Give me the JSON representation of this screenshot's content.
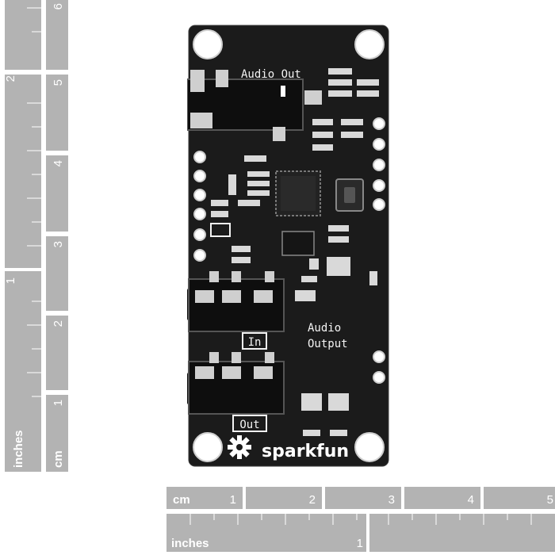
{
  "vertical_ruler": {
    "inches_label": "inches",
    "cm_label": "cm",
    "inch_numbers": [
      "1",
      "2"
    ],
    "cm_numbers": [
      "1",
      "2",
      "3",
      "4",
      "5",
      "6"
    ]
  },
  "horizontal_ruler": {
    "cm_label": "cm",
    "inches_label": "inches",
    "cm_numbers": [
      "1",
      "2",
      "3",
      "4",
      "5"
    ],
    "inch_numbers": [
      "1"
    ]
  },
  "board": {
    "label_audio_out": "Audio Out",
    "label_audio_output_line1": "Audio",
    "label_audio_output_line2": "Output",
    "label_in": "In",
    "label_out": "Out",
    "brand": "sparkfun",
    "colors": {
      "pcb": "#1b1b1b",
      "silkscreen": "#f4f4f4",
      "pad": "#d9d9d9",
      "ruler_gray": "#b3b3b3"
    }
  }
}
